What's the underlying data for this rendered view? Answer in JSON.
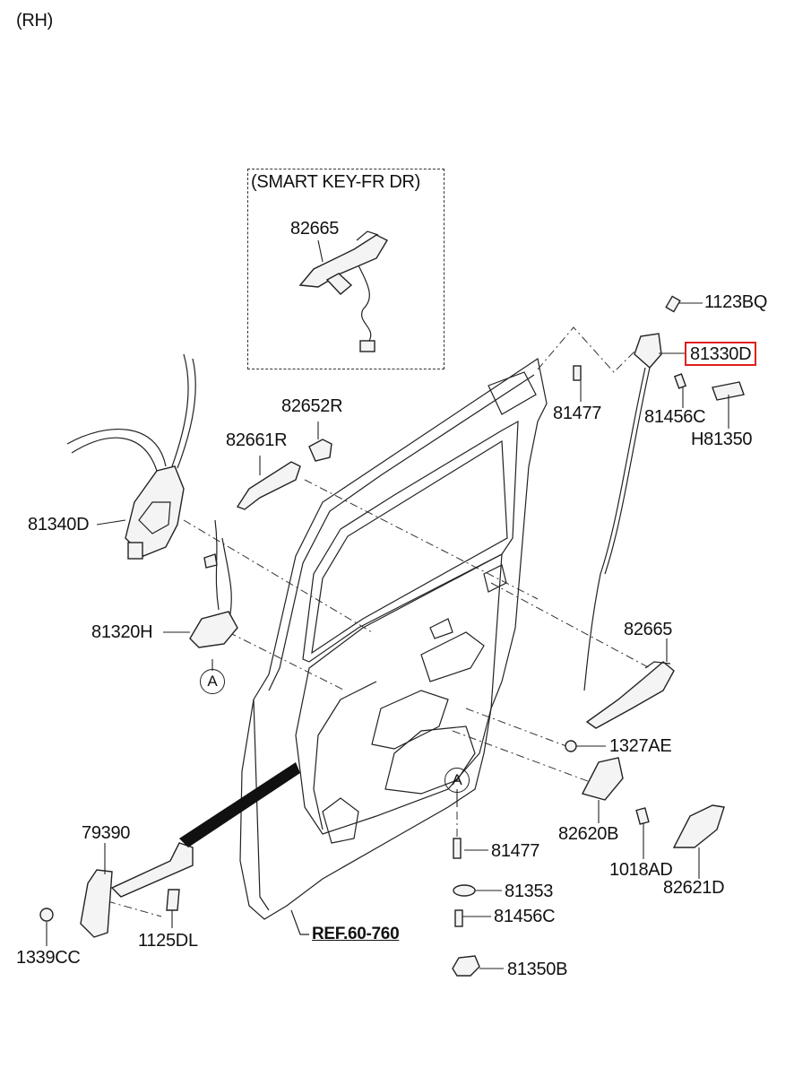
{
  "header": {
    "side_label": "(RH)"
  },
  "inset": {
    "title": "(SMART KEY-FR DR)",
    "part": "82665"
  },
  "callouts": {
    "p1123BQ": "1123BQ",
    "p81330D": "81330D",
    "p81477_top": "81477",
    "p81456C_top": "81456C",
    "pH81350": "H81350",
    "p82652R": "82652R",
    "p82661R": "82661R",
    "p81340D": "81340D",
    "p81320H": "81320H",
    "p82665": "82665",
    "p1327AE": "1327AE",
    "p82620B": "82620B",
    "p79390": "79390",
    "p81477_bot": "81477",
    "p1018AD": "1018AD",
    "p82621D": "82621D",
    "p81353": "81353",
    "p81456C_bot": "81456C",
    "p1125DL": "1125DL",
    "p1339CC": "1339CC",
    "p81350B": "81350B",
    "ref": "REF.60-760"
  },
  "markers": {
    "a1": "A",
    "a2": "A"
  },
  "highlight_color": "#e0201b"
}
